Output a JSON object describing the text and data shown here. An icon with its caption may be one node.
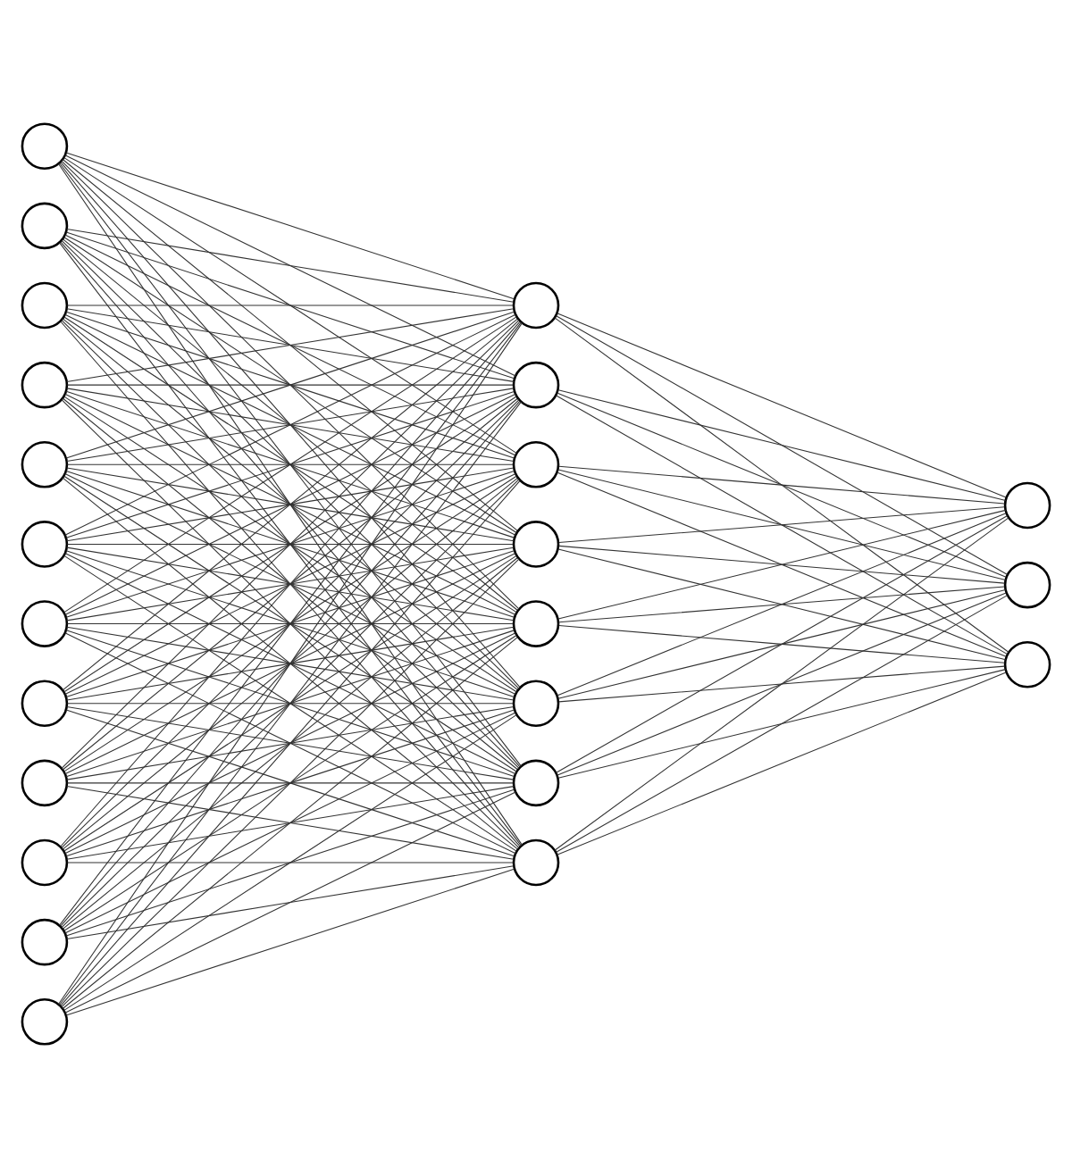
{
  "diagram": {
    "nodes": [
      {
        "text": [],
        "shape": "circle"
      },
      {
        "text": [],
        "shape": "circle"
      },
      {
        "text": [],
        "shape": "circle"
      },
      {
        "text": [],
        "shape": "circle"
      },
      {
        "text": [],
        "shape": "circle"
      },
      {
        "text": [],
        "shape": "circle"
      },
      {
        "text": [],
        "shape": "circle"
      },
      {
        "text": [],
        "shape": "circle"
      },
      {
        "text": [],
        "shape": "circle"
      },
      {
        "text": [],
        "shape": "circle"
      },
      {
        "text": [],
        "shape": "circle"
      },
      {
        "text": [],
        "shape": "circle"
      },
      {
        "text": [],
        "shape": "circle"
      },
      {
        "text": [],
        "shape": "circle"
      },
      {
        "text": [],
        "shape": "circle"
      },
      {
        "text": [],
        "shape": "circle"
      },
      {
        "text": [],
        "shape": "circle"
      },
      {
        "text": [],
        "shape": "circle"
      },
      {
        "text": [],
        "shape": "circle"
      },
      {
        "text": [],
        "shape": "circle"
      },
      {
        "text": [],
        "shape": "circle"
      },
      {
        "text": [],
        "shape": "circle"
      },
      {
        "text": [],
        "shape": "circle"
      }
    ],
    "edges": [
      {
        "from": 0,
        "to": 12,
        "arrow": "none"
      },
      {
        "from": 0,
        "to": 13,
        "arrow": "none"
      },
      {
        "from": 0,
        "to": 14,
        "arrow": "none"
      },
      {
        "from": 0,
        "to": 15,
        "arrow": "none"
      },
      {
        "from": 0,
        "to": 16,
        "arrow": "none"
      },
      {
        "from": 0,
        "to": 17,
        "arrow": "none"
      },
      {
        "from": 0,
        "to": 18,
        "arrow": "none"
      },
      {
        "from": 0,
        "to": 19,
        "arrow": "none"
      },
      {
        "from": 1,
        "to": 12,
        "arrow": "none"
      },
      {
        "from": 1,
        "to": 13,
        "arrow": "none"
      },
      {
        "from": 1,
        "to": 14,
        "arrow": "none"
      },
      {
        "from": 1,
        "to": 15,
        "arrow": "none"
      },
      {
        "from": 1,
        "to": 16,
        "arrow": "none"
      },
      {
        "from": 1,
        "to": 17,
        "arrow": "none"
      },
      {
        "from": 1,
        "to": 18,
        "arrow": "none"
      },
      {
        "from": 1,
        "to": 19,
        "arrow": "none"
      },
      {
        "from": 2,
        "to": 12,
        "arrow": "none"
      },
      {
        "from": 2,
        "to": 13,
        "arrow": "none"
      },
      {
        "from": 2,
        "to": 14,
        "arrow": "none"
      },
      {
        "from": 2,
        "to": 15,
        "arrow": "none"
      },
      {
        "from": 2,
        "to": 16,
        "arrow": "none"
      },
      {
        "from": 2,
        "to": 17,
        "arrow": "none"
      },
      {
        "from": 2,
        "to": 18,
        "arrow": "none"
      },
      {
        "from": 2,
        "to": 19,
        "arrow": "none"
      },
      {
        "from": 3,
        "to": 12,
        "arrow": "none"
      },
      {
        "from": 3,
        "to": 13,
        "arrow": "none"
      },
      {
        "from": 3,
        "to": 14,
        "arrow": "none"
      },
      {
        "from": 3,
        "to": 15,
        "arrow": "none"
      },
      {
        "from": 3,
        "to": 16,
        "arrow": "none"
      },
      {
        "from": 3,
        "to": 17,
        "arrow": "none"
      },
      {
        "from": 3,
        "to": 18,
        "arrow": "none"
      },
      {
        "from": 3,
        "to": 19,
        "arrow": "none"
      },
      {
        "from": 4,
        "to": 12,
        "arrow": "none"
      },
      {
        "from": 4,
        "to": 13,
        "arrow": "none"
      },
      {
        "from": 4,
        "to": 14,
        "arrow": "none"
      },
      {
        "from": 4,
        "to": 15,
        "arrow": "none"
      },
      {
        "from": 4,
        "to": 16,
        "arrow": "none"
      },
      {
        "from": 4,
        "to": 17,
        "arrow": "none"
      },
      {
        "from": 4,
        "to": 18,
        "arrow": "none"
      },
      {
        "from": 4,
        "to": 19,
        "arrow": "none"
      },
      {
        "from": 5,
        "to": 12,
        "arrow": "none"
      },
      {
        "from": 5,
        "to": 13,
        "arrow": "none"
      },
      {
        "from": 5,
        "to": 14,
        "arrow": "none"
      },
      {
        "from": 5,
        "to": 15,
        "arrow": "none"
      },
      {
        "from": 5,
        "to": 16,
        "arrow": "none"
      },
      {
        "from": 5,
        "to": 17,
        "arrow": "none"
      },
      {
        "from": 5,
        "to": 18,
        "arrow": "none"
      },
      {
        "from": 5,
        "to": 19,
        "arrow": "none"
      },
      {
        "from": 6,
        "to": 12,
        "arrow": "none"
      },
      {
        "from": 6,
        "to": 13,
        "arrow": "none"
      },
      {
        "from": 6,
        "to": 14,
        "arrow": "none"
      },
      {
        "from": 6,
        "to": 15,
        "arrow": "none"
      },
      {
        "from": 6,
        "to": 16,
        "arrow": "none"
      },
      {
        "from": 6,
        "to": 17,
        "arrow": "none"
      },
      {
        "from": 6,
        "to": 18,
        "arrow": "none"
      },
      {
        "from": 6,
        "to": 19,
        "arrow": "none"
      },
      {
        "from": 7,
        "to": 12,
        "arrow": "none"
      },
      {
        "from": 7,
        "to": 13,
        "arrow": "none"
      },
      {
        "from": 7,
        "to": 14,
        "arrow": "none"
      },
      {
        "from": 7,
        "to": 15,
        "arrow": "none"
      },
      {
        "from": 7,
        "to": 16,
        "arrow": "none"
      },
      {
        "from": 7,
        "to": 17,
        "arrow": "none"
      },
      {
        "from": 7,
        "to": 18,
        "arrow": "none"
      },
      {
        "from": 7,
        "to": 19,
        "arrow": "none"
      },
      {
        "from": 8,
        "to": 12,
        "arrow": "none"
      },
      {
        "from": 8,
        "to": 13,
        "arrow": "none"
      },
      {
        "from": 8,
        "to": 14,
        "arrow": "none"
      },
      {
        "from": 8,
        "to": 15,
        "arrow": "none"
      },
      {
        "from": 8,
        "to": 16,
        "arrow": "none"
      },
      {
        "from": 8,
        "to": 17,
        "arrow": "none"
      },
      {
        "from": 8,
        "to": 18,
        "arrow": "none"
      },
      {
        "from": 8,
        "to": 19,
        "arrow": "none"
      },
      {
        "from": 9,
        "to": 12,
        "arrow": "none"
      },
      {
        "from": 9,
        "to": 13,
        "arrow": "none"
      },
      {
        "from": 9,
        "to": 14,
        "arrow": "none"
      },
      {
        "from": 9,
        "to": 15,
        "arrow": "none"
      },
      {
        "from": 9,
        "to": 16,
        "arrow": "none"
      },
      {
        "from": 9,
        "to": 17,
        "arrow": "none"
      },
      {
        "from": 9,
        "to": 18,
        "arrow": "none"
      },
      {
        "from": 9,
        "to": 19,
        "arrow": "none"
      },
      {
        "from": 10,
        "to": 12,
        "arrow": "none"
      },
      {
        "from": 10,
        "to": 13,
        "arrow": "none"
      },
      {
        "from": 10,
        "to": 14,
        "arrow": "none"
      },
      {
        "from": 10,
        "to": 15,
        "arrow": "none"
      },
      {
        "from": 10,
        "to": 16,
        "arrow": "none"
      },
      {
        "from": 10,
        "to": 17,
        "arrow": "none"
      },
      {
        "from": 10,
        "to": 18,
        "arrow": "none"
      },
      {
        "from": 10,
        "to": 19,
        "arrow": "none"
      },
      {
        "from": 11,
        "to": 12,
        "arrow": "none"
      },
      {
        "from": 11,
        "to": 13,
        "arrow": "none"
      },
      {
        "from": 11,
        "to": 14,
        "arrow": "none"
      },
      {
        "from": 11,
        "to": 15,
        "arrow": "none"
      },
      {
        "from": 11,
        "to": 16,
        "arrow": "none"
      },
      {
        "from": 11,
        "to": 17,
        "arrow": "none"
      },
      {
        "from": 11,
        "to": 18,
        "arrow": "none"
      },
      {
        "from": 11,
        "to": 19,
        "arrow": "none"
      },
      {
        "from": 12,
        "to": 20,
        "arrow": "none"
      },
      {
        "from": 12,
        "to": 21,
        "arrow": "none"
      },
      {
        "from": 12,
        "to": 22,
        "arrow": "none"
      },
      {
        "from": 13,
        "to": 20,
        "arrow": "none"
      },
      {
        "from": 13,
        "to": 21,
        "arrow": "none"
      },
      {
        "from": 13,
        "to": 22,
        "arrow": "none"
      },
      {
        "from": 14,
        "to": 20,
        "arrow": "none"
      },
      {
        "from": 14,
        "to": 21,
        "arrow": "none"
      },
      {
        "from": 14,
        "to": 22,
        "arrow": "none"
      },
      {
        "from": 15,
        "to": 20,
        "arrow": "none"
      },
      {
        "from": 15,
        "to": 21,
        "arrow": "none"
      },
      {
        "from": 15,
        "to": 22,
        "arrow": "none"
      },
      {
        "from": 16,
        "to": 20,
        "arrow": "none"
      },
      {
        "from": 16,
        "to": 21,
        "arrow": "none"
      },
      {
        "from": 16,
        "to": 22,
        "arrow": "none"
      },
      {
        "from": 17,
        "to": 20,
        "arrow": "none"
      },
      {
        "from": 17,
        "to": 21,
        "arrow": "none"
      },
      {
        "from": 17,
        "to": 22,
        "arrow": "none"
      },
      {
        "from": 18,
        "to": 20,
        "arrow": "none"
      },
      {
        "from": 18,
        "to": 21,
        "arrow": "none"
      },
      {
        "from": 18,
        "to": 22,
        "arrow": "none"
      },
      {
        "from": 19,
        "to": 20,
        "arrow": "none"
      },
      {
        "from": 19,
        "to": 21,
        "arrow": "none"
      },
      {
        "from": 19,
        "to": 22,
        "arrow": "none"
      }
    ]
  }
}
